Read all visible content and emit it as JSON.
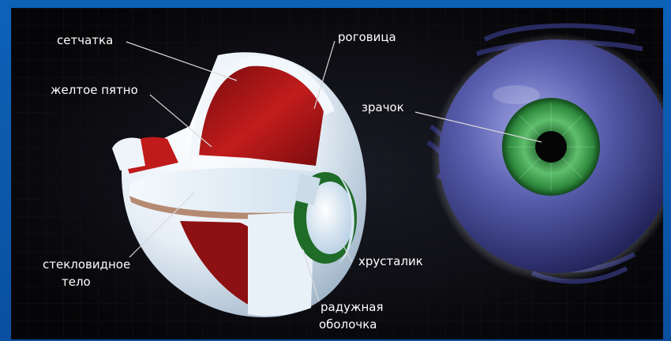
{
  "labels": {
    "retina": "сетчатка",
    "macula": "желтое пятно",
    "cornea": "роговица",
    "pupil": "зрачок",
    "vitreous_line1": "стекловидное",
    "vitreous_line2": "тело",
    "lens": "хрусталик",
    "iris_line1": "радужная",
    "iris_line2": "оболочка"
  },
  "colors": {
    "frame": "#0a56a8",
    "background": "#040406",
    "label_text": "#ffffff",
    "leader_line": "#d8d8d8",
    "sclera": "#e8f1f8",
    "retina_red": "#b01818",
    "iris_green": "#3a9a4a",
    "eyeball_blue": "#4a4e9a"
  }
}
